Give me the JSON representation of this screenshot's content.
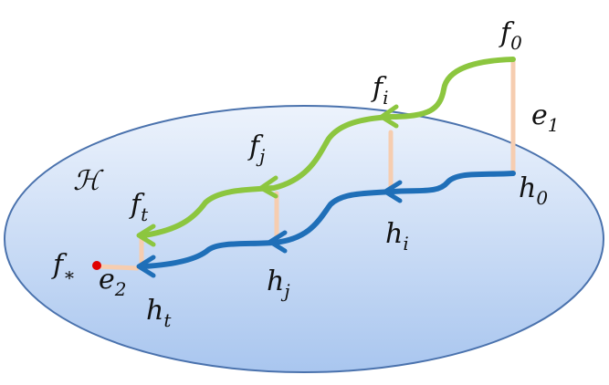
{
  "colors": {
    "ellipse_top": "#edf3fc",
    "ellipse_bottom": "#a9c6ef",
    "ellipse_stroke": "#4a72ad",
    "green_path": "#8cc63f",
    "blue_path": "#1f6fb8",
    "connector": "#f6cdb0",
    "fixed_point": "#e00000"
  },
  "space_label": "ℋ",
  "labels": {
    "f0": {
      "main": "f",
      "sub": "0"
    },
    "fi": {
      "main": "f",
      "sub": "i"
    },
    "fj": {
      "main": "f",
      "sub": "j"
    },
    "ft": {
      "main": "f",
      "sub": "t"
    },
    "fstar": {
      "main": "f",
      "sub": "∗"
    },
    "h0": {
      "main": "h",
      "sub": "0"
    },
    "hi": {
      "main": "h",
      "sub": "i"
    },
    "hj": {
      "main": "h",
      "sub": "j"
    },
    "ht": {
      "main": "h",
      "sub": "t"
    },
    "e1": {
      "main": "e",
      "sub": "1"
    },
    "e2": {
      "main": "e",
      "sub": "2"
    }
  }
}
